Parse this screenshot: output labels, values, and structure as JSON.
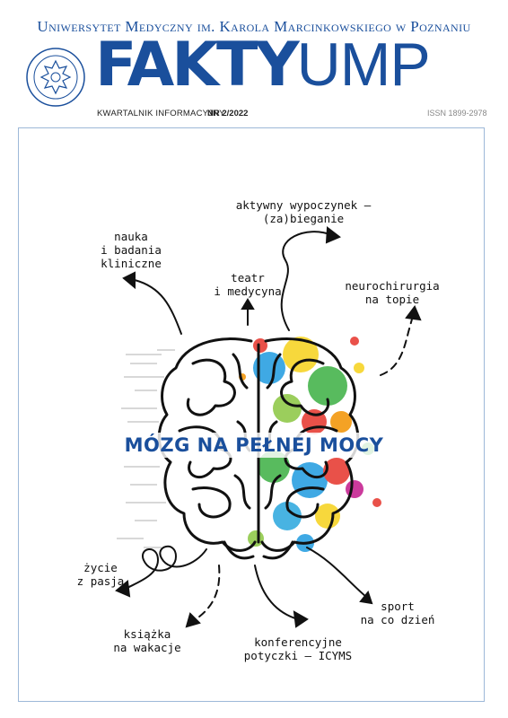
{
  "header": {
    "university": "Uniwersytet Medyczny im. Karola Marcinkowskiego w Poznaniu",
    "title_bold": "FAKTY",
    "title_light": "UMP",
    "subtitle": "KWARTALNIK INFORMACYJNY",
    "issue": "NR 2/2022",
    "issn": "ISSN 1899-2978"
  },
  "cover": {
    "headline": "MÓZG NA PEŁNEJ MOCY",
    "labels": {
      "nauka": "nauka\ni badania\nkliniczne",
      "teatr": "teatr\ni medycyna",
      "aktywny": "aktywny wypoczynek –\n(za)bieganie",
      "neuro": "neurochirurgia\nna topie",
      "zycie": "życie\nz pasją",
      "ksiazka": "książka\nna wakacje",
      "konferencyjne": "konferencyjne\npotyczki – ICYMS",
      "sport": "sport\nna co dzień"
    }
  },
  "colors": {
    "brand_blue": "#1a4f9c",
    "frame": "#9db8d8"
  }
}
